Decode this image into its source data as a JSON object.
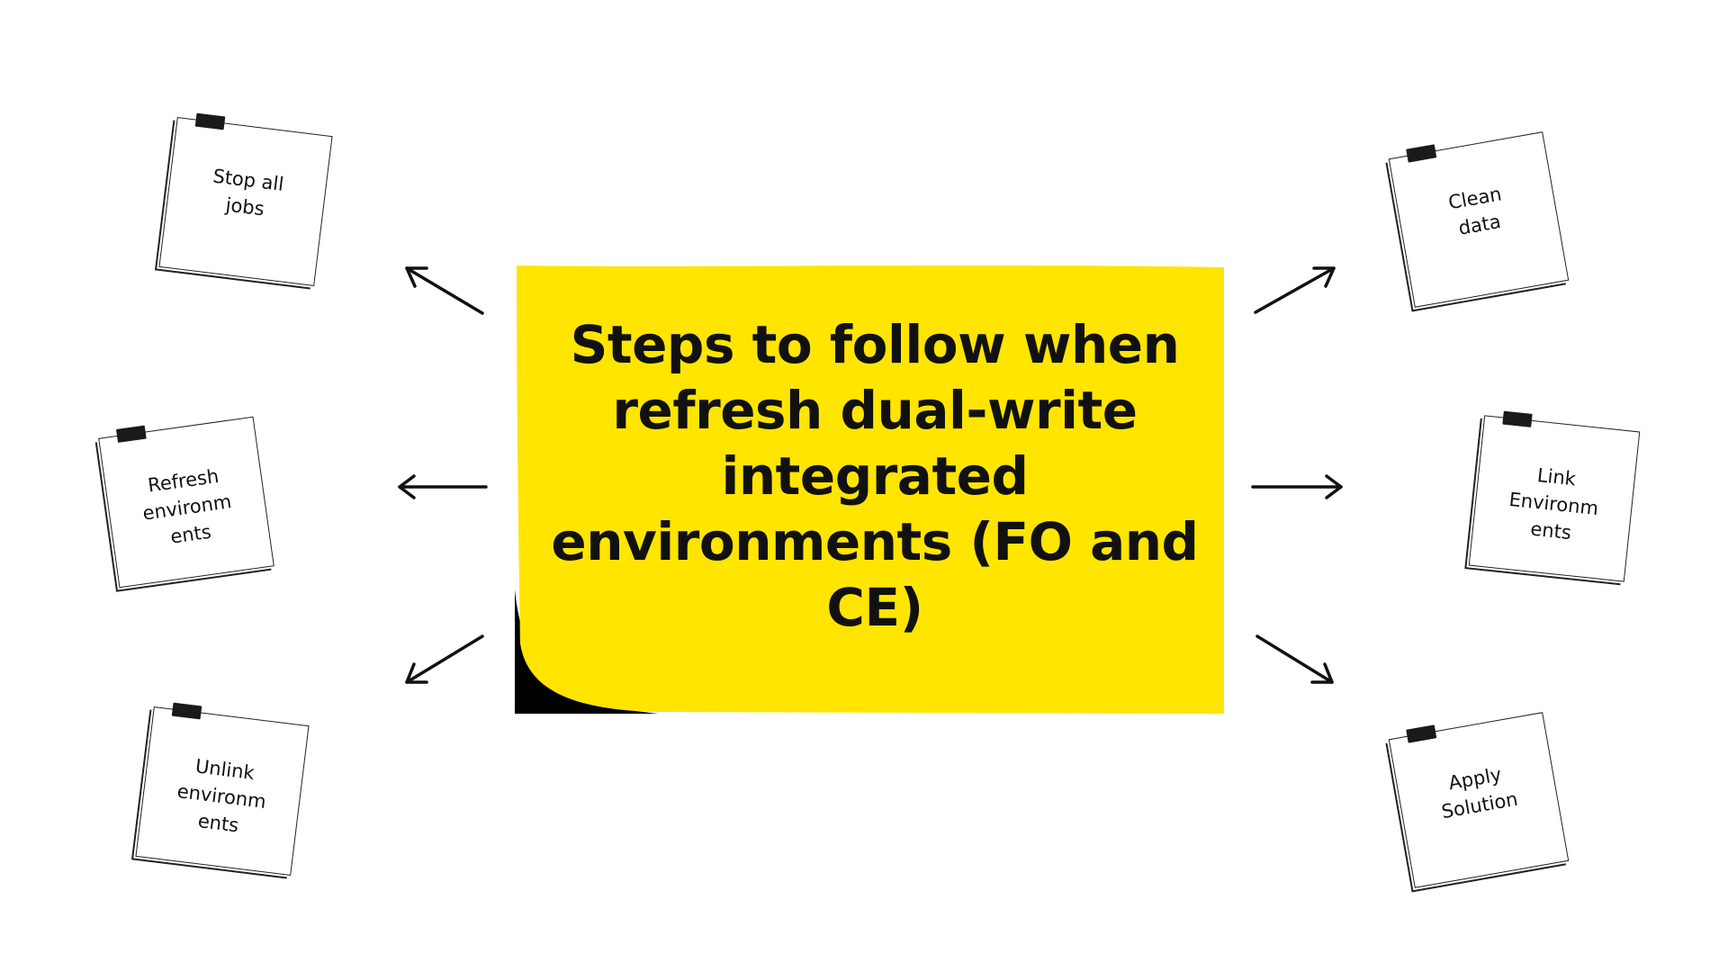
{
  "title": "Steps to follow when refresh dual-write integrated environments (FO and CE)",
  "colors": {
    "note_yellow": "#FFE500",
    "note_shadow": "#000000",
    "ink": "#111111",
    "paper": "#FFFFFF"
  },
  "steps_left": [
    {
      "label": "Stop all\njobs"
    },
    {
      "label": "Refresh\nenvironm\nents"
    },
    {
      "label": "Unlink\nenvironm\nents"
    }
  ],
  "steps_right": [
    {
      "label": "Clean\ndata"
    },
    {
      "label": "Link\nEnvironm\nents"
    },
    {
      "label": "Apply\nSolution"
    }
  ],
  "icons": {
    "tape": "black-tape-strip-icon",
    "arrow": "arrow-icon"
  }
}
